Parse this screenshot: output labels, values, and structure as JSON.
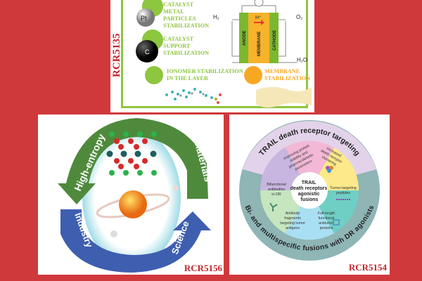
{
  "covers": {
    "top": {
      "code": "RCR5135",
      "items": [
        {
          "label_lines": [
            "CATALYST",
            "METAL",
            "PARTICLES",
            "STABILIZATION"
          ],
          "particle": "Pt"
        },
        {
          "label_lines": [
            "CATALYST",
            "SUPPORT",
            "STABILIZATION"
          ],
          "particle": "C"
        },
        {
          "label_lines": [
            "IONOMER STABILIZATION",
            "IN THE LAYER"
          ]
        },
        {
          "label_lines": [
            "MEMBRANE",
            "STABILIZATION"
          ]
        }
      ],
      "cell": {
        "h2": "H₂",
        "o2": "O₂",
        "h2o": "H₂O",
        "proton": "H⁺",
        "anode": "ANODE",
        "membrane": "MEMBRANE",
        "cathode": "CATHODE"
      },
      "colors": {
        "green": "#8dc63f",
        "orange": "#f7a823"
      }
    },
    "bottom_left": {
      "code": "RCR5156",
      "arrows": [
        "High-entropy",
        "Materials",
        "Industry",
        "Science"
      ]
    },
    "bottom_right": {
      "code": "RCR5154",
      "outer_top": "TRAIL death receptor targeting",
      "outer_bottom": "Bi- and multispecific fusions with DR agonists",
      "center_lines": [
        "TRAIL",
        "death receptors",
        "agonistic",
        "fusions"
      ],
      "segments": [
        {
          "lines": [
            "Improving protein",
            "stability and",
            "pharmacokinetic",
            "parameters"
          ],
          "color": "#f2b8d6"
        },
        {
          "lines": [
            "Increased",
            "death receptor",
            "clustering"
          ],
          "color": "#fde98a"
        },
        {
          "lines": [
            "Tumor-targeting",
            "peptides"
          ],
          "color": "#6fcfc4"
        },
        {
          "lines": [
            "Full-length",
            "functional",
            "antitumor",
            "proteins"
          ],
          "color": "#a9dff2"
        },
        {
          "lines": [
            "Antibody",
            "fragments",
            "targeting tumor",
            "antigens"
          ],
          "color": "#c5e6bf"
        },
        {
          "lines": [
            "Bifunctional",
            "antibodies",
            "to DR"
          ],
          "color": "#c8b5e0"
        }
      ]
    }
  }
}
